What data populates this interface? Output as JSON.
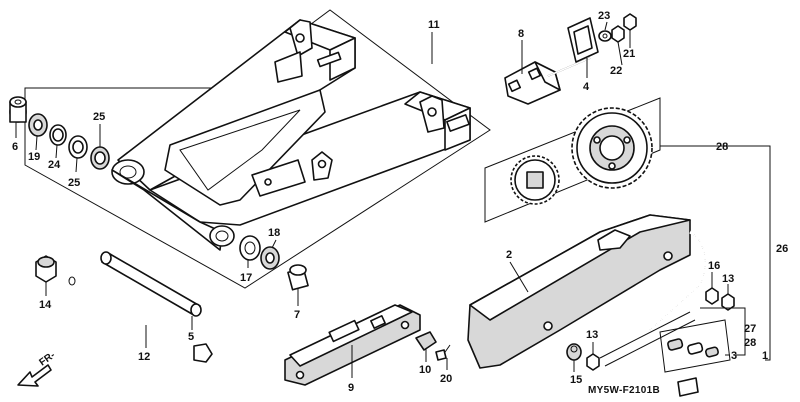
{
  "diagram": {
    "callouts": {
      "c1": "1",
      "c2": "2",
      "c3": "3",
      "c4": "4",
      "c5": "5",
      "c6": "6",
      "c7": "7",
      "c8": "8",
      "c9": "9",
      "c10": "10",
      "c11": "11",
      "c12": "12",
      "c13a": "13",
      "c13b": "13",
      "c14": "14",
      "c15": "15",
      "c16": "16",
      "c17": "17",
      "c18": "18",
      "c19": "19",
      "c20": "20",
      "c21": "21",
      "c22": "22",
      "c23": "23",
      "c24": "24",
      "c25a": "25",
      "c25b": "25",
      "c26": "26",
      "c27": "27",
      "c28a": "28",
      "c28b": "28"
    },
    "direction_label": "FR-",
    "drawing_code": "MY5W-F2101B"
  }
}
